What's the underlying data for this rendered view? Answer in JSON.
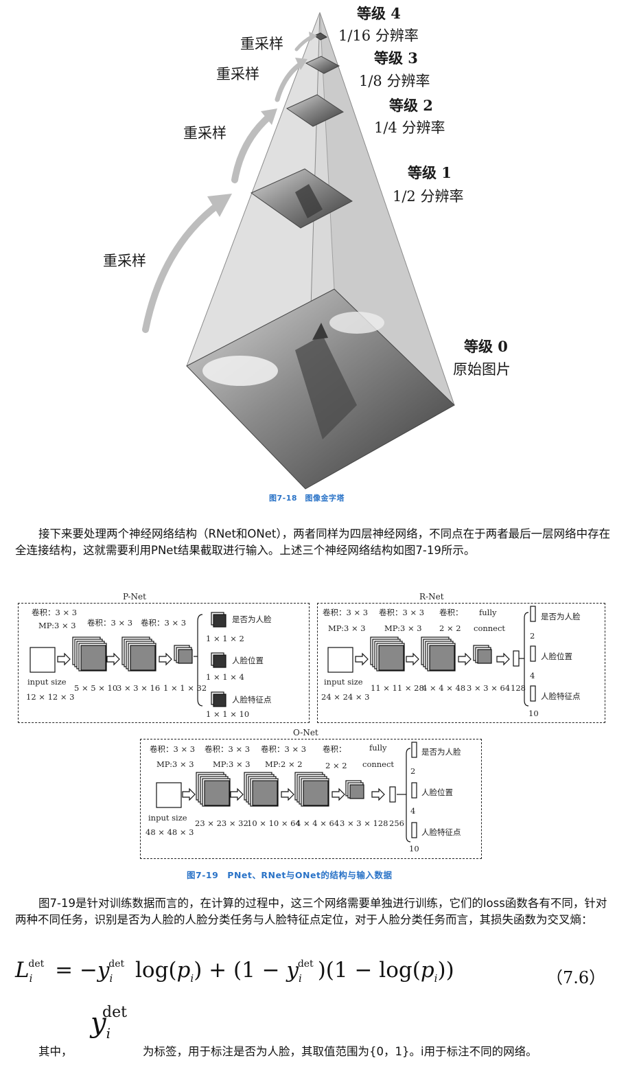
{
  "pyramid": {
    "levels": [
      {
        "level": "等级 4",
        "resolution": "1/16 分辨率"
      },
      {
        "level": "等级 3",
        "resolution": "1/8 分辨率"
      },
      {
        "level": "等级 2",
        "resolution": "1/4 分辨率"
      },
      {
        "level": "等级 1",
        "resolution": "1/2 分辨率"
      },
      {
        "level": "等级 0",
        "resolution": "原始图片"
      }
    ],
    "resample_labels": [
      "重采样",
      "重采样",
      "重采样",
      "重采样"
    ],
    "caption": "图7-18　图像金字塔"
  },
  "paragraph1": "接下来要处理两个神经网络结构（RNet和ONet），两者同样为四层神经网络，不同点在于两者最后一层网络中存在全连接结构，这就需要利用PNet结果截取进行输入。上述三个神经网络结构如图7-19所示。",
  "pnet": {
    "title": "P-Net",
    "conv1": "卷积：3 × 3",
    "mp1": "MP:3 × 3",
    "conv2": "卷积：3 × 3",
    "conv3": "卷积：3 × 3",
    "input_label": "input size",
    "input_dim": "12 × 12 × 3",
    "dim1": "5 × 5 × 10",
    "dim2": "3 × 3 × 16",
    "dim3": "1 × 1 × 32",
    "out1": "是否为人脸",
    "out1_dim": "1 × 1 × 2",
    "out2": "人脸位置",
    "out2_dim": "1 × 1 × 4",
    "out3": "人脸特征点",
    "out3_dim": "1 × 1 × 10"
  },
  "rnet": {
    "title": "R-Net",
    "conv1": "卷积：3 × 3",
    "conv2": "卷积：3 × 3",
    "conv3": "卷积：",
    "fully": "fully",
    "mp1": "MP:3 × 3",
    "mp2": "MP:3 × 3",
    "k3": "2 × 2",
    "connect": "connect",
    "input_label": "input size",
    "input_dim": "24 × 24 × 3",
    "dim1": "11 × 11 × 28",
    "dim2": "4 × 4 × 48",
    "dim3": "3 × 3 × 64",
    "dim4": "128",
    "out1": "是否为人脸",
    "n1": "2",
    "out2": "人脸位置",
    "n2": "4",
    "out3": "人脸特征点",
    "n3": "10"
  },
  "onet": {
    "title": "O-Net",
    "conv1": "卷积：3 × 3",
    "conv2": "卷积：3 × 3",
    "conv3": "卷积：3 × 3",
    "conv4": "卷积：",
    "fully": "fully",
    "mp1": "MP:3 × 3",
    "mp2": "MP:3 × 3",
    "mp3": "MP:2 × 2",
    "k4": "2 × 2",
    "connect": "connect",
    "input_label": "input size",
    "input_dim": "48 × 48 × 3",
    "dim1": "23 × 23 × 32",
    "dim2": "10 × 10 × 64",
    "dim3": "4 × 4 × 64",
    "dim4": "3 × 3 × 128",
    "dim5": "256",
    "out1": "是否为人脸",
    "n1": "2",
    "out2": "人脸位置",
    "n2": "4",
    "out3": "人脸特征点",
    "n3": "10"
  },
  "caption2": "图7-19　PNet、RNet与ONet的结构与输入数据",
  "paragraph2": "图7-19是针对训练数据而言的，在计算的过程中，这三个网络需要单独进行训练，它们的loss函数各有不同，针对两种不同任务，识别是否为人脸的人脸分类任务与人脸特征点定位，对于人脸分类任务而言，其损失函数为交叉熵：",
  "equation": {
    "number": "（7.6）"
  },
  "paragraph3": {
    "prefix": "其中，",
    "suffix": "为标签，用于标注是否为人脸，其取值范围为{0，1}。i用于标注不同的网络。"
  }
}
